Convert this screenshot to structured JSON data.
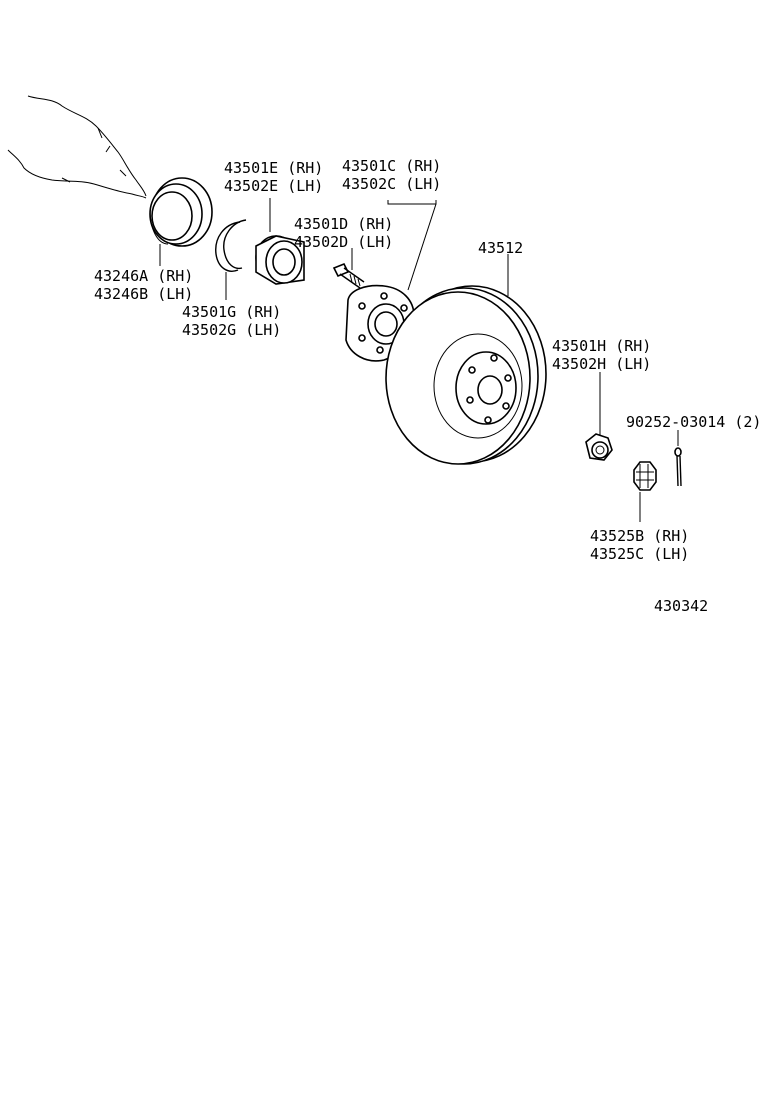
{
  "labels": {
    "seal_rh": "43246A (RH)",
    "seal_lh": "43246B (LH)",
    "bearing_rh": "43501E (RH)",
    "bearing_lh": "43502E (LH)",
    "snapring_rh": "43501G (RH)",
    "snapring_lh": "43502G (LH)",
    "hubassy_rh": "43501C (RH)",
    "hubassy_lh": "43502C (LH)",
    "hubbolt_rh": "43501D (RH)",
    "hubbolt_lh": "43502D (LH)",
    "disc": "43512",
    "hubnut_rh": "43501H (RH)",
    "hubnut_lh": "43502H (LH)",
    "cotterpin": "90252-03014 (2)",
    "lockcap_rh": "43525B (RH)",
    "lockcap_lh": "43525C (LH)",
    "figure_number": "430342"
  }
}
